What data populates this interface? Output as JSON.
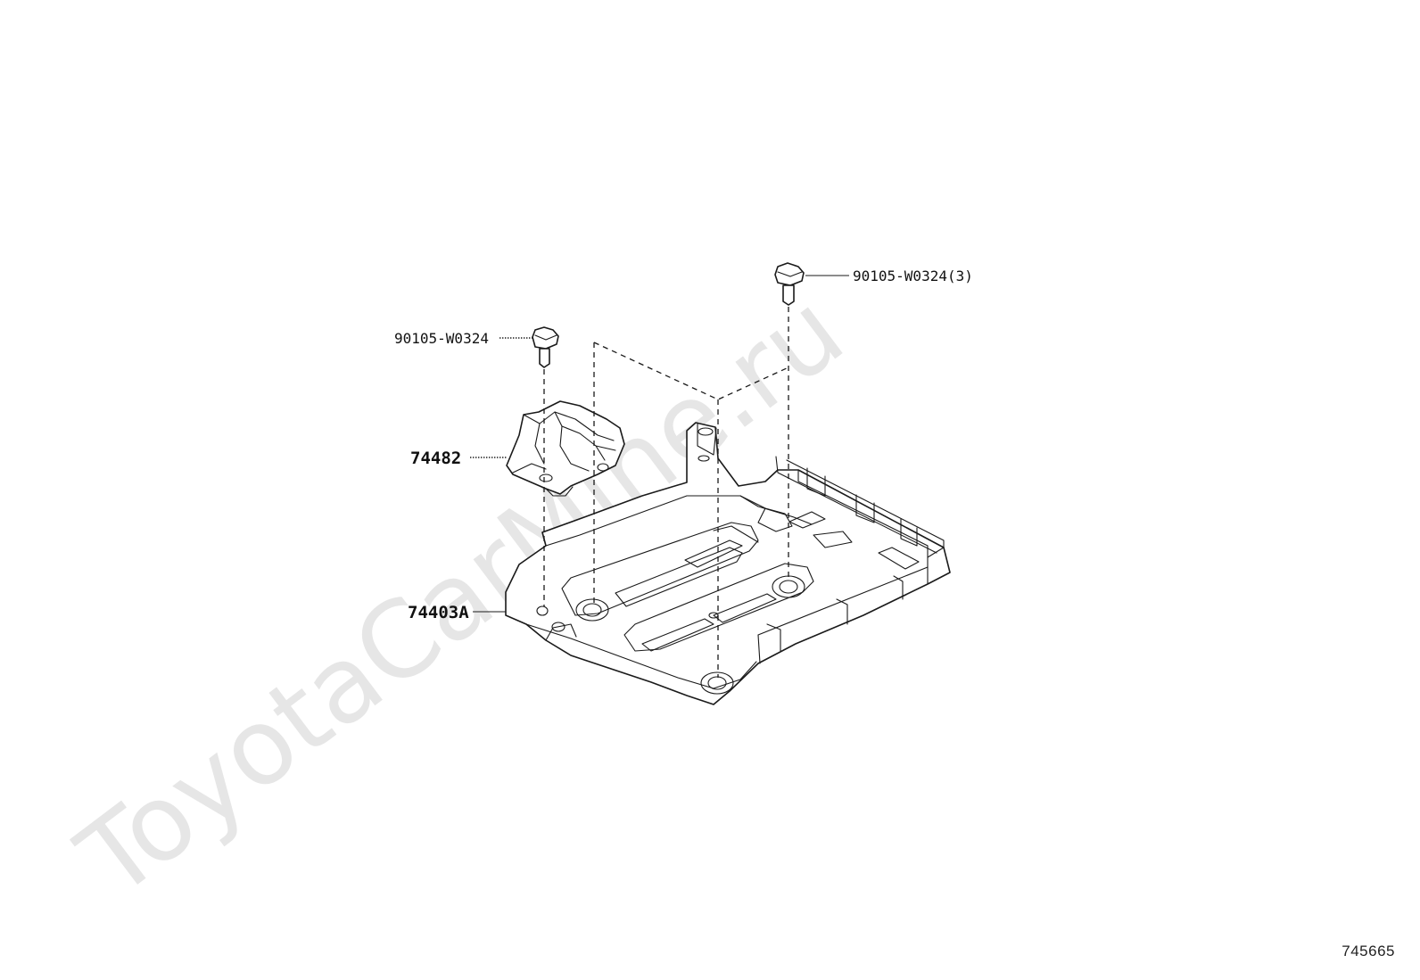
{
  "watermark": "ToyotaCarMine.ru",
  "diagram_number": "745665",
  "callouts": {
    "bolt_left": "90105-W0324",
    "bolt_right": "90105-W0324(3)",
    "bracket": "74482",
    "under_cover": "74403A"
  }
}
